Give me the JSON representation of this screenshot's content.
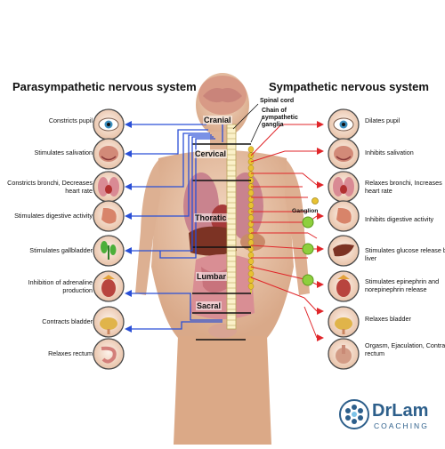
{
  "titles": {
    "left": "Parasympathetic nervous system",
    "right": "Sympathetic nervous system"
  },
  "annotations": {
    "spinal_cord": "Spinal cord",
    "chain": "Chain of sympathetic ganglia",
    "ganglion": "Ganglion"
  },
  "regions": [
    "Cranial",
    "Cervical",
    "Thoratic",
    "Lumbar",
    "Sacral"
  ],
  "left_effects": [
    {
      "text": "Constricts pupil",
      "icon": "eye-icon"
    },
    {
      "text": "Stimulates salivation",
      "icon": "salivary-gland-icon"
    },
    {
      "text": "Constricts bronchi, Decreases heart rate",
      "icon": "lungs-heart-icon"
    },
    {
      "text": "Stimulates digestive activity",
      "icon": "stomach-icon"
    },
    {
      "text": "Stimulates gallbladder",
      "icon": "gallbladder-icon"
    },
    {
      "text": "Inhibition of adrenaline production",
      "icon": "adrenal-kidney-icon"
    },
    {
      "text": "Contracts bladder",
      "icon": "bladder-icon"
    },
    {
      "text": "Relaxes rectum",
      "icon": "rectum-icon"
    }
  ],
  "right_effects": [
    {
      "text": "Dilates pupil",
      "icon": "eye-icon"
    },
    {
      "text": "Inhibits salivation",
      "icon": "salivary-gland-icon"
    },
    {
      "text": "Relaxes bronchi, Increases heart rate",
      "icon": "lungs-heart-icon"
    },
    {
      "text": "Inhibits digestive activity",
      "icon": "stomach-icon"
    },
    {
      "text": "Stimulates glucose release by liver",
      "icon": "liver-icon"
    },
    {
      "text": "Stimulates epinephrin and norepinephrin release",
      "icon": "adrenal-kidney-icon"
    },
    {
      "text": "Relaxes bladder",
      "icon": "bladder-icon"
    },
    {
      "text": "Orgasm, Ejaculation, Contracts rectum",
      "icon": "genitals-icon"
    }
  ],
  "logo": {
    "brand": "DrLam",
    "sub": "COACHING"
  },
  "colors": {
    "parasympathetic": "#2a4fd6",
    "sympathetic": "#e0262a",
    "ganglion": "#8ecf3d",
    "skin": "#e9c4a6",
    "logo": "#2d5f8b"
  }
}
